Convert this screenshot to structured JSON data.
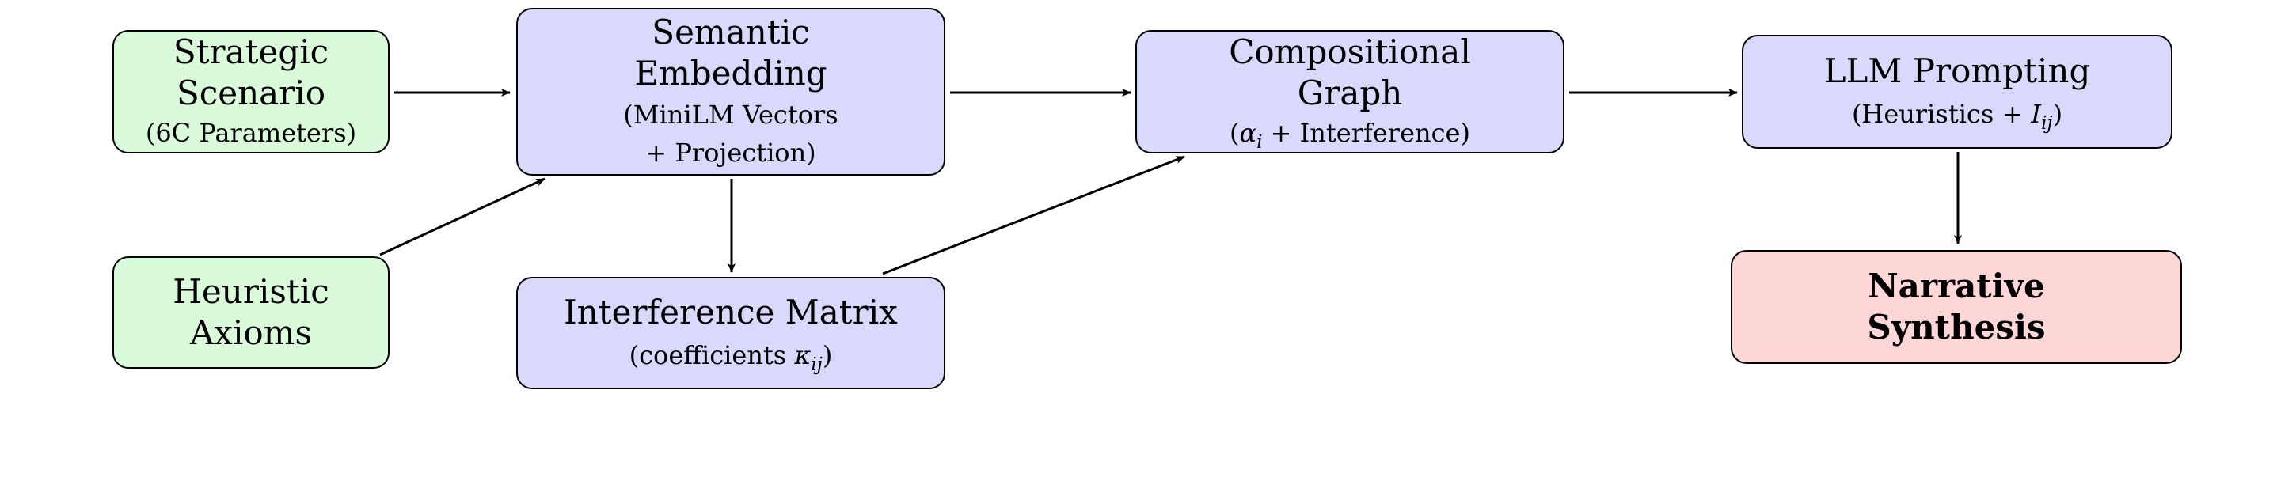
{
  "nodes": {
    "strategic": {
      "title": "Strategic\nScenario",
      "sub": "(6C Parameters)",
      "color": "#d9fbd9"
    },
    "heuristic": {
      "title": "Heuristic\nAxioms",
      "color": "#d9fbd9"
    },
    "semantic": {
      "title": "Semantic\nEmbedding",
      "sub1": "(MiniLM Vectors",
      "sub2": "+ Projection)",
      "color": "#d9d9fc"
    },
    "interference": {
      "title": "Interference Matrix",
      "sub_prefix": "(coefficients ",
      "sym": "κ",
      "idx": "ij",
      "sub_suffix": ")",
      "color": "#d9d9fc"
    },
    "compositional": {
      "title": "Compositional\nGraph",
      "sym": "α",
      "idx": "i",
      "sub_suffix": " + Interference)",
      "color": "#d9d9fc"
    },
    "llm": {
      "title": "LLM Prompting",
      "sub_prefix": "(Heuristics + ",
      "sym": "I",
      "idx": "ij",
      "sub_suffix": ")",
      "color": "#d9d9fc"
    },
    "narrative": {
      "title": "Narrative\nSynthesis",
      "color": "#fdd7d7"
    }
  },
  "edges": [
    [
      "strategic",
      "semantic"
    ],
    [
      "heuristic",
      "semantic"
    ],
    [
      "semantic",
      "interference"
    ],
    [
      "semantic",
      "compositional"
    ],
    [
      "interference",
      "compositional"
    ],
    [
      "compositional",
      "llm"
    ],
    [
      "llm",
      "narrative"
    ]
  ]
}
